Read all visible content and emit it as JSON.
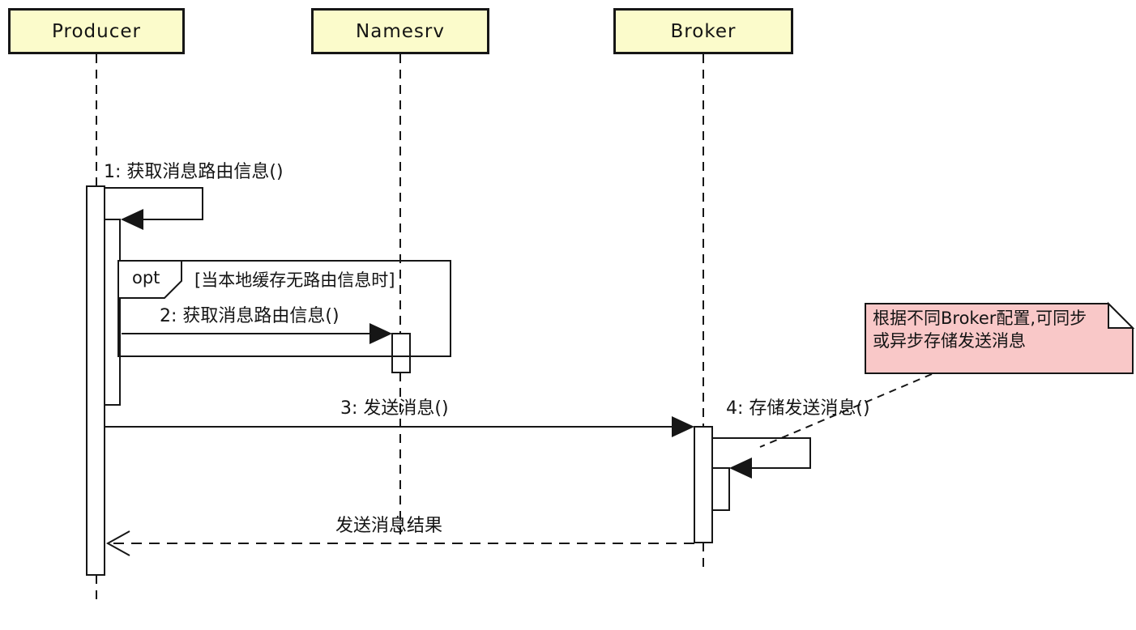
{
  "diagram": {
    "title": "RocketMQ send-message sequence",
    "participants": [
      {
        "id": "producer",
        "label": "Producer"
      },
      {
        "id": "namesrv",
        "label": "Namesrv"
      },
      {
        "id": "broker",
        "label": "Broker"
      }
    ],
    "fragment": {
      "operator": "opt",
      "guard": "[当本地缓存无路由信息时]"
    },
    "messages": [
      {
        "seq": "1",
        "label": "1: 获取消息路由信息()",
        "from": "Producer",
        "to": "Producer",
        "kind": "self-call"
      },
      {
        "seq": "2",
        "label": "2: 获取消息路由信息()",
        "from": "Producer",
        "to": "Namesrv",
        "kind": "sync-call"
      },
      {
        "seq": "3",
        "label": "3: 发送消息()",
        "from": "Producer",
        "to": "Broker",
        "kind": "sync-call"
      },
      {
        "seq": "4",
        "label": "4: 存储发送消息()",
        "from": "Broker",
        "to": "Broker",
        "kind": "self-call"
      },
      {
        "seq": "",
        "label": "发送消息结果",
        "from": "Broker",
        "to": "Producer",
        "kind": "return"
      }
    ],
    "note": {
      "lines": [
        "根据不同Broker配置,可同步",
        "或异步存储发送消息"
      ],
      "attached_to": "Broker"
    },
    "colors": {
      "participant_fill": "#FBFBCB",
      "note_fill": "#F9C8C8",
      "line": "#161616",
      "background": "#FFFFFF"
    }
  }
}
